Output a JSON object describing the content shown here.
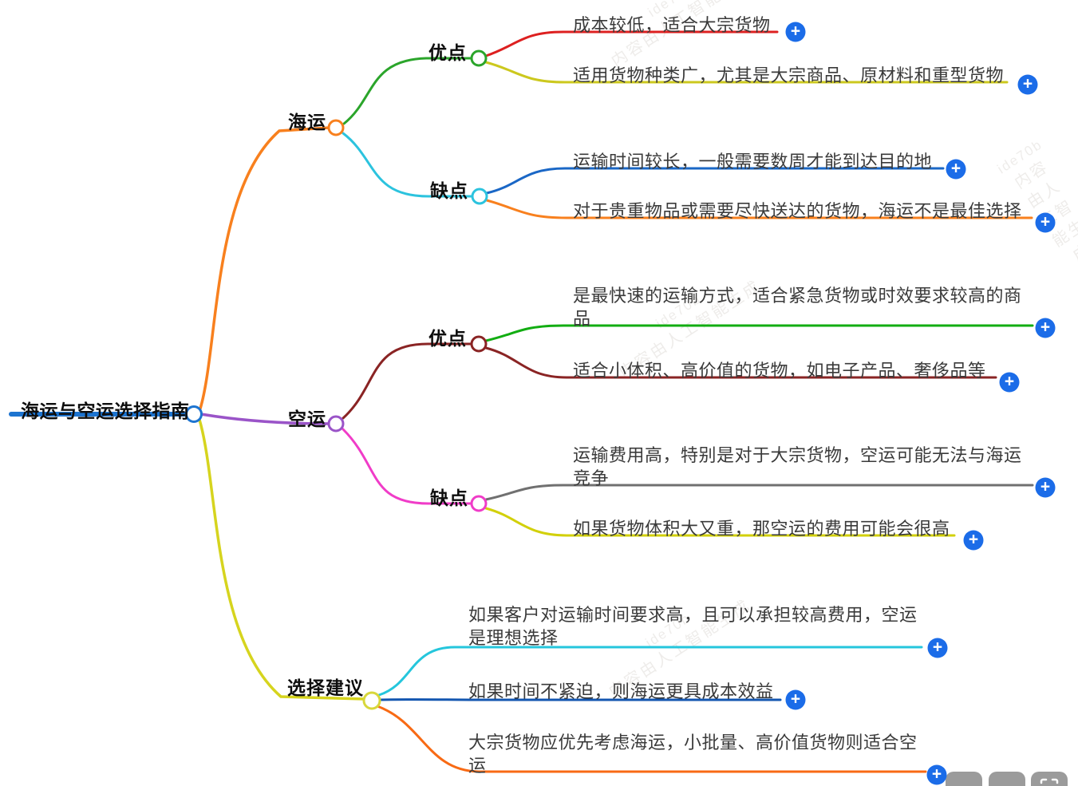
{
  "root": {
    "label": "海运与空运选择指南"
  },
  "branches": [
    {
      "label": "海运",
      "children": [
        {
          "label": "优点",
          "leaves": [
            {
              "text": "成本较低，适合大宗货物"
            },
            {
              "text": "适用货物种类广，尤其是大宗商品、原材料和重型货物"
            }
          ]
        },
        {
          "label": "缺点",
          "leaves": [
            {
              "text": "运输时间较长，一般需要数周才能到达目的地"
            },
            {
              "text": "对于贵重物品或需要尽快送达的货物，海运不是最佳选择"
            }
          ]
        }
      ]
    },
    {
      "label": "空运",
      "children": [
        {
          "label": "优点",
          "leaves": [
            {
              "text": "是最快速的运输方式，适合紧急货物或时效要求较高的商品"
            },
            {
              "text": "适合小体积、高价值的货物，如电子产品、奢侈品等"
            }
          ]
        },
        {
          "label": "缺点",
          "leaves": [
            {
              "text": "运输费用高，特别是对于大宗货物，空运可能无法与海运竞争"
            },
            {
              "text": "如果货物体积大又重，那空运的费用可能会很高"
            }
          ]
        }
      ]
    },
    {
      "label": "选择建议",
      "leaves": [
        {
          "text": "如果客户对运输时间要求高，且可以承担较高费用，空运是理想选择"
        },
        {
          "text": "如果时间不紧迫，则海运更具成本效益"
        },
        {
          "text": "大宗货物应优先考虑海运，小批量、高价值货物则适合空运"
        }
      ]
    }
  ],
  "icons": {
    "plus": "+"
  },
  "watermark": {
    "line1": "ide70b",
    "line2": "内容由人工智能生成"
  },
  "colors": {
    "root_blue": "#1d74d0",
    "sea_orange": "#f8801e",
    "sea_adv_green": "#2ba52b",
    "leaf_red": "#dd2020",
    "leaf_olive": "#ccc81e",
    "sea_dis_cyan": "#2cc3de",
    "leaf_blue": "#1a67c6",
    "leaf_orange": "#f8801e",
    "air_purple": "#9a54c8",
    "air_adv_maroon": "#8a2424",
    "leaf_green": "#12ad12",
    "air_dis_pink": "#f03cc8",
    "leaf_gray": "#707070",
    "leaf_yellow": "#d2d00a",
    "advice_yellow": "#d6d41e",
    "advice_circle": "#d8d73a",
    "leaf_cyan": "#25c6dc",
    "leaf_dark_blue": "#1356b0",
    "leaf_orange_red": "#f86a14",
    "plus_blue": "#1b6ce8",
    "toolbar_gray": "#9b9b9b"
  }
}
